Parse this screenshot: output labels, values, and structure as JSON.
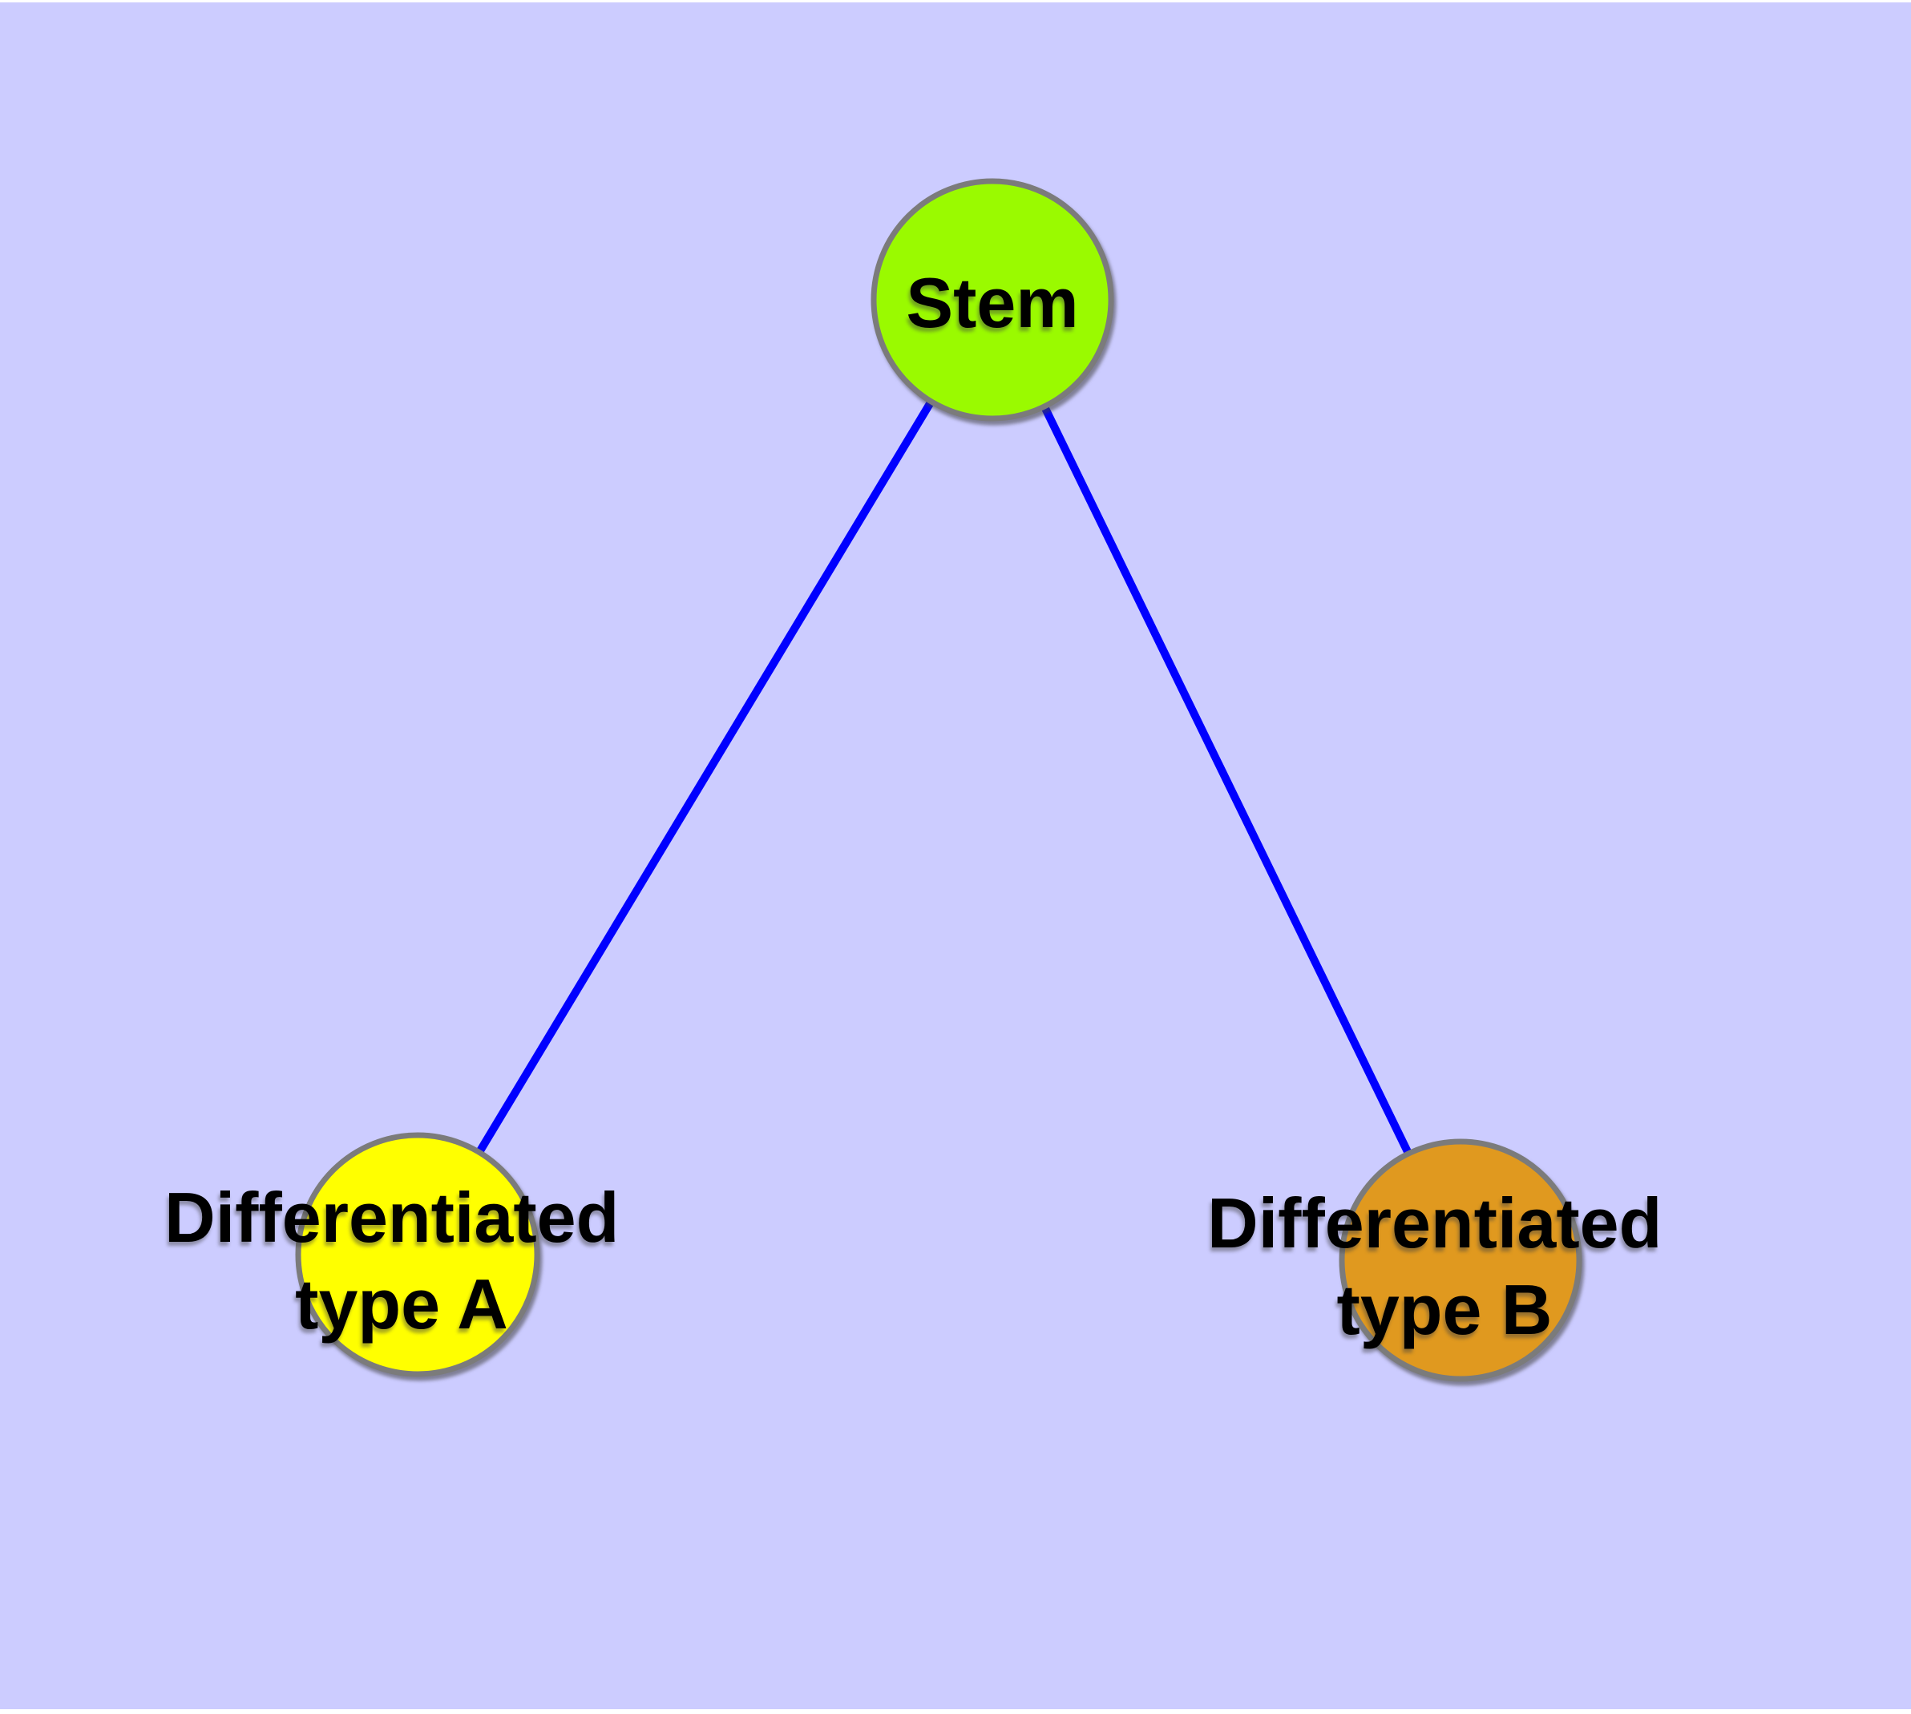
{
  "diagram": {
    "type": "graph",
    "colors": {
      "page": "#FFFFFF",
      "background": "#CCCCFF",
      "edge": "#0000FF",
      "node_border": "#7B7B7B",
      "text": "#000000",
      "stem_fill": "#9AFA00",
      "type_a_fill": "#FFFF00",
      "type_b_fill": "#E0991F"
    },
    "nodes": {
      "stem": {
        "label": "Stem"
      },
      "type_a": {
        "label_line1": "Differentiated",
        "label_line2": "type A"
      },
      "type_b": {
        "label_line1": "Differentiated",
        "label_line2": "type B"
      }
    },
    "edges": [
      {
        "from": "Stem",
        "to": "Differentiated type A"
      },
      {
        "from": "Stem",
        "to": "Differentiated type B"
      }
    ]
  }
}
